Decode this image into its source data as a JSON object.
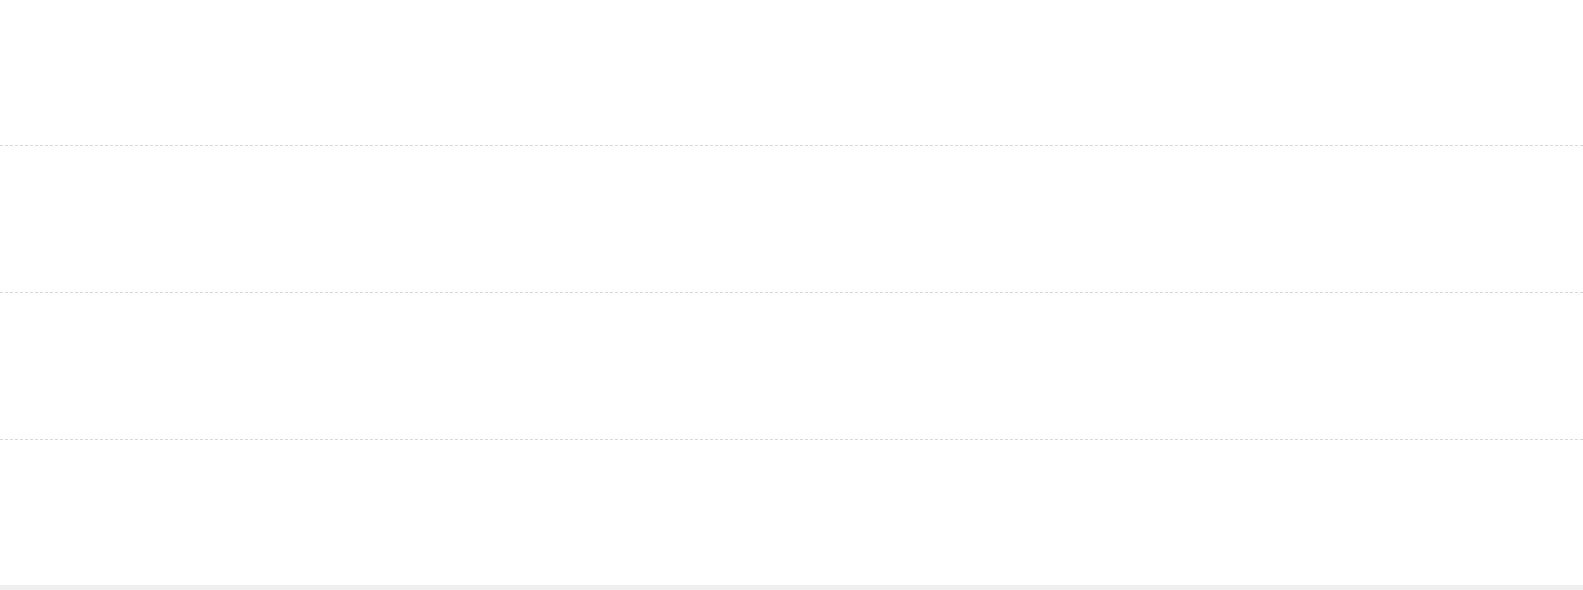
{
  "canvas": {
    "background_color": "#ffffff",
    "gridline_color": "#d9d9d9",
    "gridline_style": "dashed",
    "bottom_strip_color": "#efefef"
  },
  "gridlines": [
    {
      "id": "gridline-1"
    },
    {
      "id": "gridline-2"
    },
    {
      "id": "gridline-3"
    }
  ]
}
